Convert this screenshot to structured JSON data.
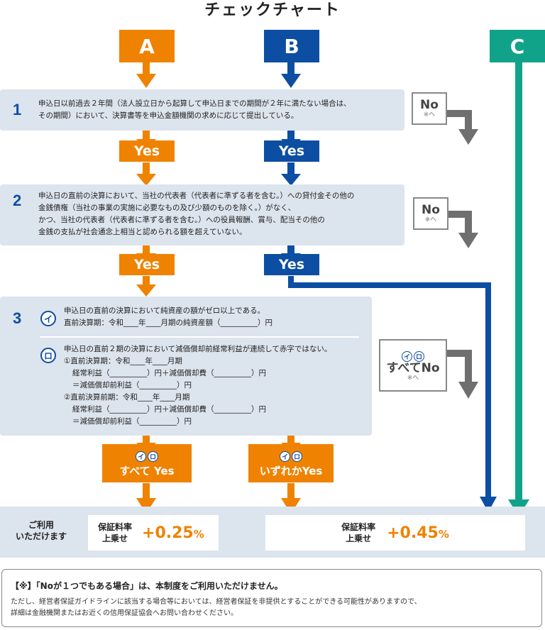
{
  "title": "チェックチャート",
  "columns": {
    "a": "A",
    "b": "B",
    "c": "C"
  },
  "q1": {
    "num": "1",
    "text_line1": "申込日以前過去２年間（法人設立日から起算して申込日までの期間が２年に満たない場合は、",
    "text_line2": "その期間）において、決算書等を申込金額機関の求めに応じて提出している。"
  },
  "q2": {
    "num": "2",
    "lines": [
      "申込日の直前の決算において、当社の代表者（代表者に準ずる者を含む。）への貸付金その他の",
      "金銭債権（当社の事業の実施に必要なもの及び少額のものを除く。）がなく、",
      "かつ、当社の代表者（代表者に準ずる者を含む。）への役員報酬、賞与、配当その他の",
      "金銭の支払が社会通念上相当と認められる額を超えていない。"
    ]
  },
  "q3": {
    "num": "3",
    "i_mark": "イ",
    "ro_mark": "ロ",
    "i_line1": "申込日の直前の決算において純資産の額がゼロ以上である。",
    "i_line2": "直前決算期：令和____年____月期の純資産額（__________）円",
    "ro_lines": [
      "申込日の直前２期の決算において減価償却前経常利益が連続して赤字ではない。",
      "①直前決算期：令和____年____月期",
      "経常利益（__________）円＋減価償却費（__________）円",
      "＝減価償却前利益（__________）円",
      "②直前決算前期：令和____年____月期",
      "経常利益（__________）円＋減価償却費（__________）円",
      "＝減価償却前利益（__________）円"
    ]
  },
  "yes_label": "Yes",
  "no": {
    "label": "No",
    "note": "※へ",
    "all_no": "すべてNo"
  },
  "outcome_badges": {
    "all_yes": "すべて Yes",
    "any_yes": "いずれかYes"
  },
  "result": {
    "can_use_line1": "ご利用",
    "can_use_line2": "いただけます",
    "fee_label_line1": "保証料率",
    "fee_label_line2": "上乗せ",
    "fee_a_value": "+0.25",
    "fee_b_value": "+0.45",
    "percent": "%"
  },
  "footnote": {
    "heading": "【※】「Noが１つでもある場合」は、本制度をご利用いただけません。",
    "body_line1": "ただし、経営者保証ガイドラインに該当する場合等においては、経営者保証を非提供とすることができる可能性がありますので、",
    "body_line2": "詳細は金融機関またはお近くの信用保証協会へお問い合わせください。"
  },
  "colors": {
    "orange": "#ef8200",
    "blue": "#0c4ea2",
    "teal": "#10a38a",
    "gray": "#6f6f6f",
    "panel": "#dce4ee"
  }
}
